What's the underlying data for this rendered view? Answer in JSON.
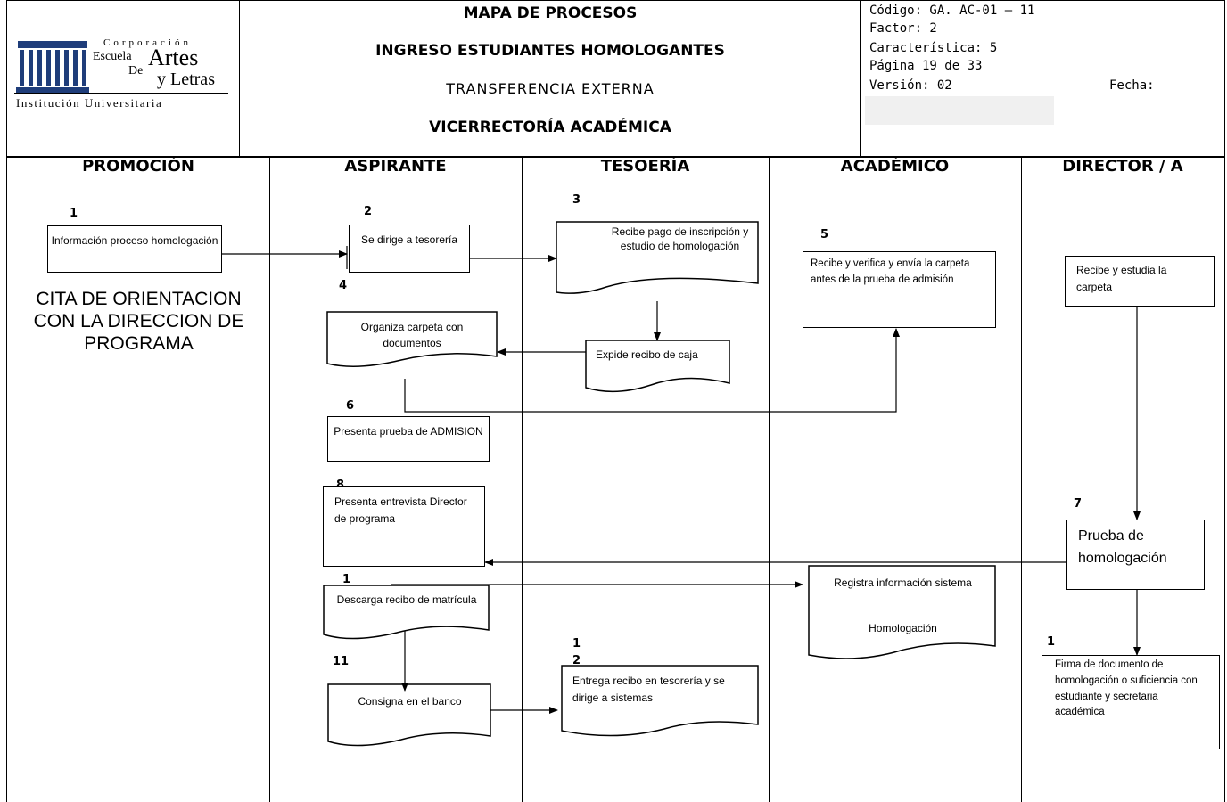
{
  "header": {
    "logo": {
      "line1": "Corporación",
      "line2a": "Escuela",
      "line2b": "Artes",
      "line3a": "De",
      "line3b": "y Letras",
      "line4": "Institución Universitaria"
    },
    "title": "MAPA DE PROCESOS",
    "subtitle1": "INGRESO ESTUDIANTES HOMOLOGANTES",
    "subtitle2": "TRANSFERENCIA  EXTERNA",
    "subtitle3": "VICERRECTORÍA ACADÉMICA",
    "meta": {
      "codigo": "Código: GA. AC-01 – 11",
      "factor": "Factor: 2",
      "caracteristica": "Característica: 5",
      "pagina": "Página   19 de 33",
      "version": "Versión: 02",
      "fecha": "Fecha:"
    }
  },
  "lanes": [
    "PROMOCIÓN",
    "ASPIRANTE",
    "TESOERÍA",
    "ACADÉMICO",
    "DIRECTOR / A"
  ],
  "promocion_note": "CITA DE ORIENTACION CON LA DIRECCION DE PROGRAMA",
  "steps": {
    "s1": {
      "num": "1",
      "text": "Información proceso homologación"
    },
    "s2": {
      "num": "2",
      "text": "Se dirige a tesorería"
    },
    "s3": {
      "num": "3",
      "text": "Recibe pago de inscripción y estudio de homologación"
    },
    "s3b": {
      "text": "Expide recibo de caja"
    },
    "s4": {
      "num": "4",
      "text": "Organiza carpeta con documentos"
    },
    "s5": {
      "num": "5",
      "text": "Recibe y verifica y envía la carpeta  antes de la prueba de admisión"
    },
    "s5b": {
      "text": "Recibe y estudia la carpeta"
    },
    "s6": {
      "num": "6",
      "text": "Presenta prueba de ADMISION"
    },
    "s7": {
      "num": "7",
      "text": "Prueba de homologación"
    },
    "s8": {
      "num": "8",
      "text": "Presenta entrevista Director de programa"
    },
    "s9": {
      "num": "1",
      "text": "Descarga recibo de matrícula"
    },
    "s10": {
      "text1": "Registra información sistema",
      "text2": "Homologación"
    },
    "s11": {
      "num": "11",
      "text": "Consigna en el banco"
    },
    "s12": {
      "num1": "1",
      "num2": "2",
      "text": "Entrega recibo en tesorería y se dirige a sistemas"
    },
    "s13": {
      "num": "1",
      "text": "Firma de documento de homologación  o suficiencia con estudiante y secretaria académica"
    }
  }
}
